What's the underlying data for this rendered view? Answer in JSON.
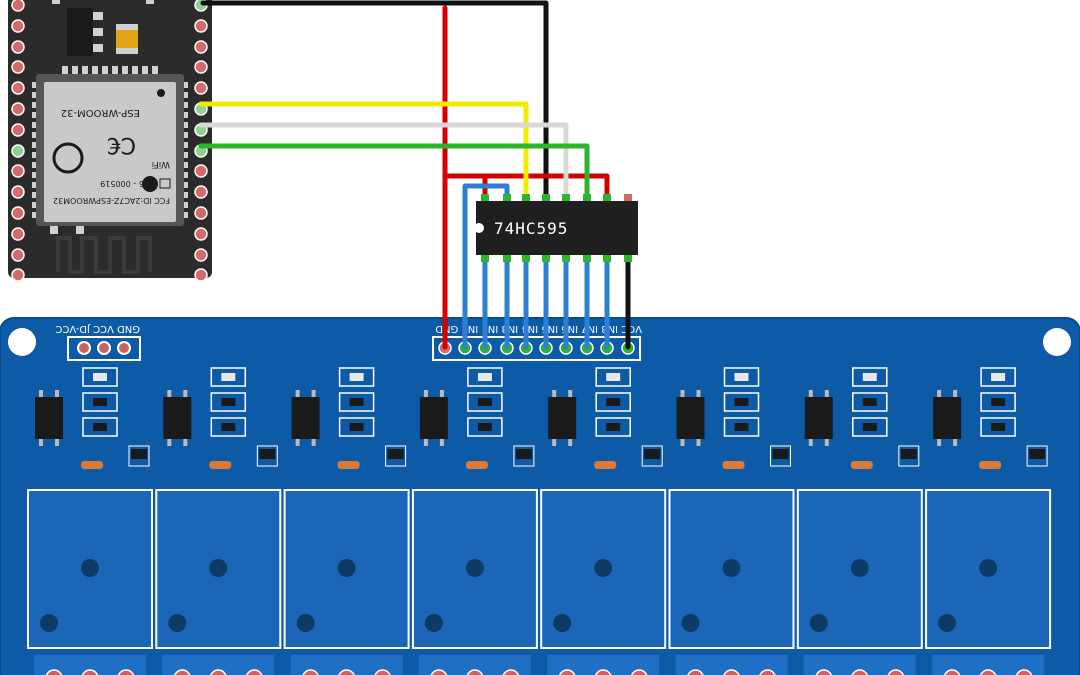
{
  "diagram": {
    "chip": {
      "part_label": "74HC595"
    },
    "esp32_module": {
      "module_name": "ESP-WROOM-32",
      "fcc_id": "FCC ID:2AC7Z-ESPWROOM32",
      "approval_code": "205 - 000519",
      "wifi_label": "WiFi"
    },
    "relay_board": {
      "power_header_label": "GND VCC JD-VCC",
      "input_header_label": "VCC IN8 IN7 IN6 IN5 IN4 IN3 IN2 IN1 GND",
      "relay_count": 8
    },
    "colors": {
      "board_blue": "#0d5aa7",
      "esp_board": "#2b2b2b",
      "esp_module": "#c9c9c9",
      "wire_red": "#d40000",
      "wire_black": "#111111",
      "wire_yellow": "#f2ea00",
      "wire_white": "#d8d8d8",
      "wire_green": "#2cb52c",
      "wire_blue": "#2f7fd0",
      "chip_body": "#1f1f1f"
    }
  }
}
